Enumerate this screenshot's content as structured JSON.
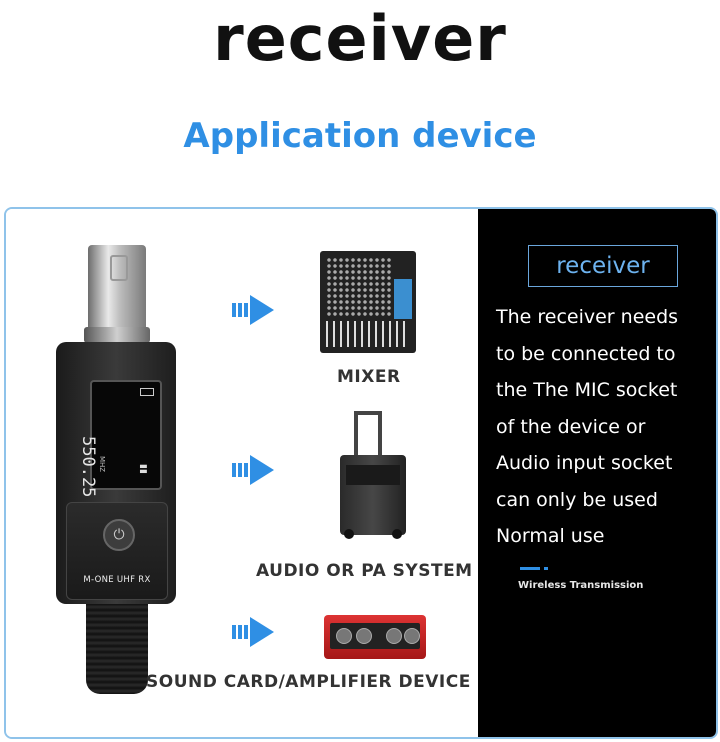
{
  "title": "receiver",
  "subtitle": "Application device",
  "device": {
    "frequency": "550.25",
    "unit": "MHZ",
    "model_label": "M-ONE UHF RX"
  },
  "targets": [
    {
      "label": "MIXER"
    },
    {
      "label": "AUDIO OR PA SYSTEM"
    },
    {
      "label": "SOUND CARD/AMPLIFIER DEVICE"
    }
  ],
  "info_panel": {
    "heading": "receiver",
    "lines": [
      "The receiver needs",
      "to be connected to",
      "the The MIC socket",
      "of the device or",
      "Audio input socket",
      "can only be used",
      "Normal use"
    ],
    "footer": "Wireless Transmission"
  },
  "colors": {
    "accent": "#2f8fe4",
    "panel_bg": "#000000"
  }
}
